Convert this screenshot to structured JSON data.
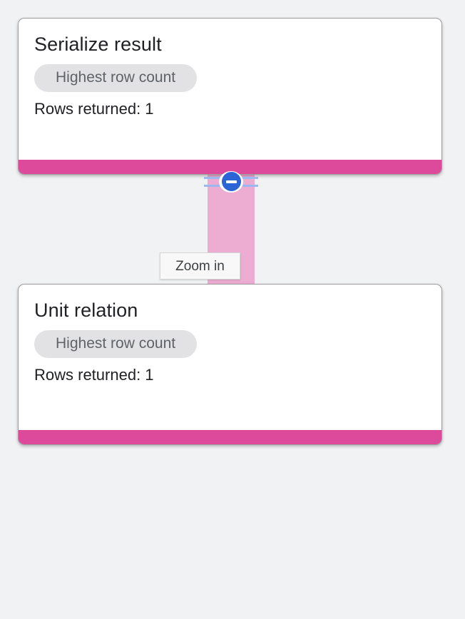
{
  "page": {
    "background_color": "#f1f2f4"
  },
  "graph": {
    "nodes": [
      {
        "title": "Serialize result",
        "badge": "Highest row count",
        "rows_returned": "Rows returned: 1",
        "footer_color": "#dd4a9b"
      },
      {
        "title": "Unit relation",
        "badge": "Highest row count",
        "rows_returned": "Rows returned: 1",
        "footer_color": "#dd4a9b"
      }
    ],
    "connector": {
      "color": "#edadd3"
    }
  },
  "zoom_control": {
    "button_label": "−",
    "button_color": "#2b64d4",
    "line_color": "#9db8ee",
    "icon": "minus-circle-icon"
  },
  "tooltip": {
    "text": "Zoom in",
    "background_color": "#f8f8f8"
  }
}
